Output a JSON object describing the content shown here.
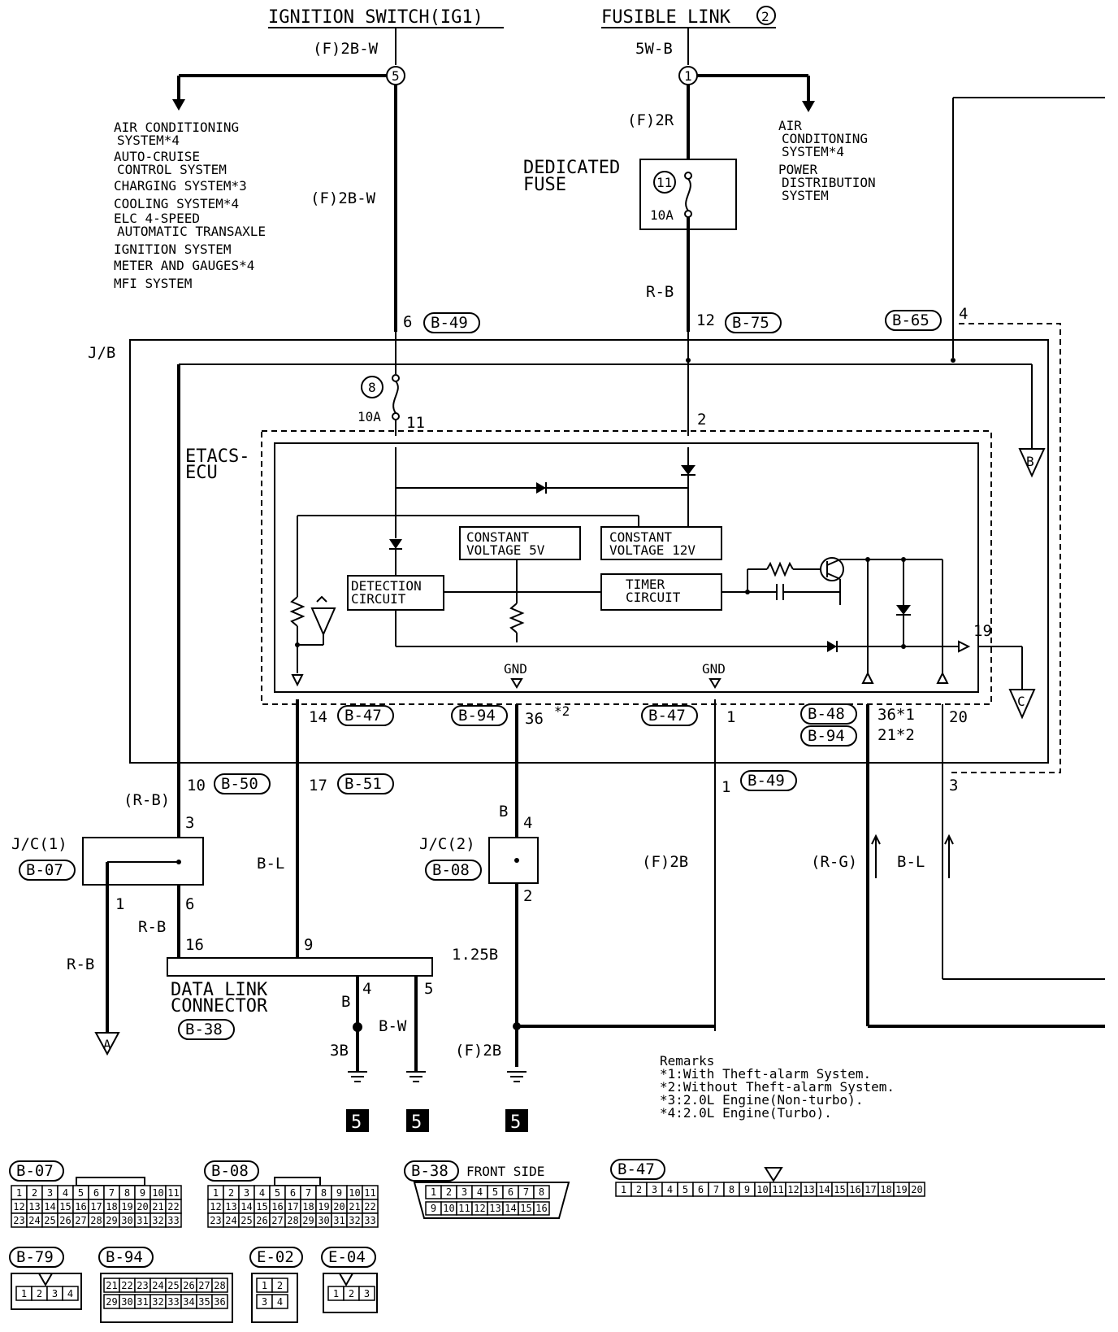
{
  "sources": {
    "ignition": "IGNITION SWITCH(IG1)",
    "fusible": "FUSIBLE LINK",
    "fusible_no": "2"
  },
  "wires": {
    "f2bw_top": "(F)2B-W",
    "f2bw_mid": "(F)2B-W",
    "w5wb": "5W-B",
    "f2r": "(F)2R",
    "rb_top": "R-B",
    "rb_jc": "(R-B)",
    "rb_dlc": "R-B",
    "rb_left": "R-B",
    "bl_dlc": "B-L",
    "b_jc2": "B",
    "f2b_right": "(F)2B",
    "rg": "(R-G)",
    "bl_right": "B-L",
    "b_pin4": "B",
    "bw_pin5": "B-W",
    "b3": "3B",
    "b125": "1.25B",
    "f2b_gnd": "(F)2B"
  },
  "left_systems": [
    "AIR CONDITIONING",
    "SYSTEM*4",
    "AUTO-CRUISE",
    "CONTROL SYSTEM",
    "CHARGING SYSTEM*3",
    "COOLING SYSTEM*4",
    "ELC 4-SPEED",
    "AUTOMATIC TRANSAXLE",
    "IGNITION SYSTEM",
    "METER AND GAUGES*4",
    "MFI SYSTEM"
  ],
  "right_systems": [
    "AIR",
    "CONDITONING",
    "SYSTEM*4",
    "POWER",
    "DISTRIBUTION",
    "SYSTEM"
  ],
  "splices": {
    "s5": "5",
    "s1": "1"
  },
  "fuses": {
    "dedicated_1": "DEDICATED",
    "dedicated_2": "FUSE",
    "fuse11_no": "11",
    "fuse11_amp": "10A",
    "fuse8_no": "8",
    "fuse8_amp": "10A"
  },
  "connectors": {
    "b49": "B-49",
    "b75": "B-75",
    "b65": "B-65",
    "b47a": "B-47",
    "b94": "B-94",
    "b47b": "B-47",
    "b48": "B-48",
    "b94b": "B-94",
    "b50": "B-50",
    "b51": "B-51",
    "b49b": "B-49",
    "b07": "B-07",
    "b08": "B-08",
    "b38": "B-38"
  },
  "pins": {
    "p6": "6",
    "p12": "12",
    "p4": "4",
    "p11": "11",
    "p2": "2",
    "p19": "19",
    "p14": "14",
    "p36": "36",
    "p36s": "*2",
    "p1": "1",
    "p36b": "36*1",
    "p21": "21*2",
    "p20": "20",
    "p10": "10",
    "p17": "17",
    "p1b": "1",
    "p3": "3",
    "jc1_3": "3",
    "jc1_1": "1",
    "jc1_6": "6",
    "jc2_4": "4",
    "jc2_2": "2",
    "dlc16": "16",
    "dlc9": "9",
    "dlc4": "4",
    "dlc5": "5"
  },
  "labels": {
    "jb": "J/B",
    "etacs1": "ETACS-",
    "etacs2": "ECU",
    "cv5_1": "CONSTANT",
    "cv5_2": "VOLTAGE 5V",
    "cv12_1": "CONSTANT",
    "cv12_2": "VOLTAGE 12V",
    "det1": "DETECTION",
    "det2": "CIRCUIT",
    "tim1": "TIMER",
    "tim2": "CIRCUIT",
    "gnd1": "GND",
    "gnd2": "GND",
    "jc1": "J/C(1)",
    "jc2": "J/C(2)",
    "dlc1": "DATA LINK",
    "dlc2": "CONNECTOR",
    "offA": "A",
    "offB": "B",
    "offC": "C",
    "g5a": "5",
    "g5b": "5",
    "g5c": "5"
  },
  "remarks": [
    "Remarks",
    "*1:With Theft-alarm System.",
    "*2:Without Theft-alarm System.",
    "*3:2.0L Engine(Non-turbo).",
    "*4:2.0L Engine(Turbo)."
  ],
  "conn_views": {
    "b07": "B-07",
    "b08": "B-08",
    "b38": "B-38",
    "b38_note": "FRONT SIDE",
    "b47": "B-47",
    "b79": "B-79",
    "b94": "B-94",
    "e02": "E-02",
    "e04": "E-04"
  },
  "pin_grids": {
    "row1_11": [
      "1",
      "2",
      "3",
      "4",
      "5",
      "6",
      "7",
      "8",
      "9",
      "10",
      "11"
    ],
    "row12_22": [
      "12",
      "13",
      "14",
      "15",
      "16",
      "17",
      "18",
      "19",
      "20",
      "21",
      "22"
    ],
    "row23_33": [
      "23",
      "24",
      "25",
      "26",
      "27",
      "28",
      "29",
      "30",
      "31",
      "32",
      "33"
    ],
    "dlc_top": [
      "1",
      "2",
      "3",
      "4",
      "5",
      "6",
      "7",
      "8"
    ],
    "dlc_bot": [
      "9",
      "10",
      "11",
      "12",
      "13",
      "14",
      "15",
      "16"
    ],
    "b47_row": [
      "1",
      "2",
      "3",
      "4",
      "5",
      "6",
      "7",
      "8",
      "9",
      "10",
      "11",
      "12",
      "13",
      "14",
      "15",
      "16",
      "17",
      "18",
      "19",
      "20"
    ],
    "b79_row": [
      "1",
      "2",
      "3",
      "4"
    ],
    "b94_top": [
      "21",
      "22",
      "23",
      "24",
      "25",
      "26",
      "27",
      "28"
    ],
    "b94_bot": [
      "29",
      "30",
      "31",
      "32",
      "33",
      "34",
      "35",
      "36"
    ],
    "e02_top": [
      "1",
      "2"
    ],
    "e02_bot": [
      "3",
      "4"
    ],
    "e04_row": [
      "1",
      "2",
      "3"
    ]
  }
}
